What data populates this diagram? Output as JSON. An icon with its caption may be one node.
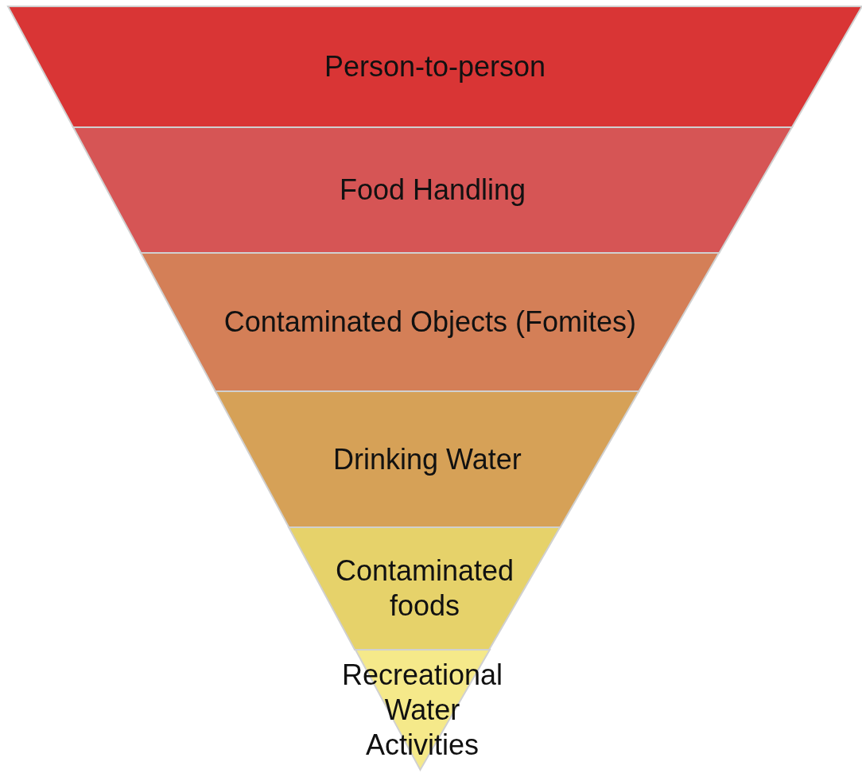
{
  "diagram": {
    "nodes": [
      {
        "text": [
          "Person-to-person"
        ]
      },
      {
        "text": [
          "Food Handling"
        ]
      },
      {
        "text": [
          "Contaminated Objects (Fomites)"
        ]
      },
      {
        "text": [
          "Drinking Water"
        ]
      },
      {
        "text": [
          "Contaminated foods"
        ]
      },
      {
        "text": [
          "Recreational Water Activities"
        ]
      }
    ]
  }
}
